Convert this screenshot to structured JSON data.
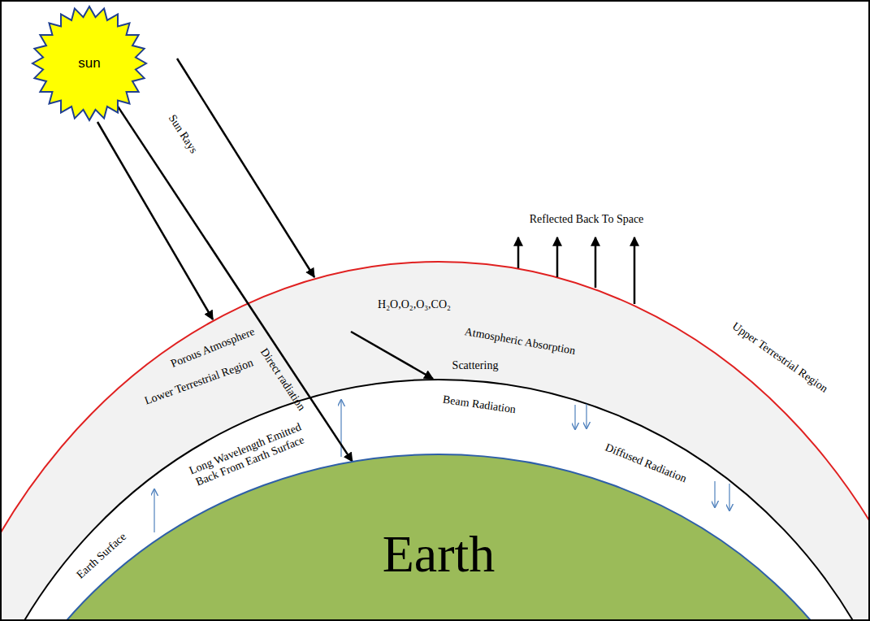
{
  "diagram": {
    "nodes": [
      {
        "text": [
          "sun"
        ]
      },
      {
        "text": [
          "Earth"
        ]
      }
    ],
    "edges": [
      {
        "from": 0,
        "to": 1,
        "arrow": "to",
        "label": "Direct radiation"
      }
    ],
    "labels": [
      "Sun Rays",
      "Reflected Back To Space",
      "H₂O,O₂,O₃,CO₂",
      "Atmospheric Absorption",
      "Scattering",
      "Porous Atmosphere",
      "Upper Terrestrial Region",
      "Lower Terrestrial Region",
      "Beam Radiation",
      "Diffused Radiation",
      "Long Wavelength Emitted Back From Earth Surface",
      "Earth Surface"
    ]
  }
}
